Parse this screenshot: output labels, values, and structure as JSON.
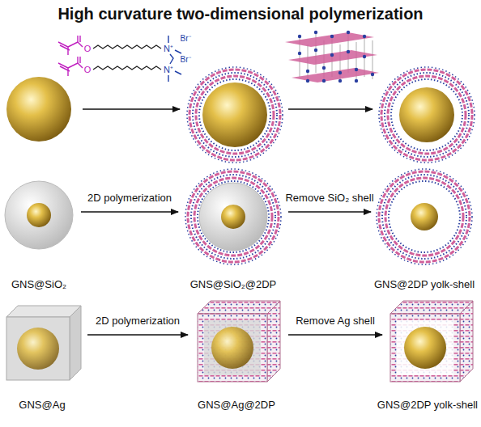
{
  "diagram": {
    "title": "High curvature two-dimensional polymerization",
    "labels": [
      "O",
      "O",
      "N⁺",
      "N⁺",
      "Br⁻",
      "Br⁻",
      "2D polymerization",
      "Remove SiO₂ shell",
      "GNS@SiO₂",
      "GNS@SiO₂@2DP",
      "GNS@2DP yolk-shell",
      "2D polymerization",
      "Remove Ag shell",
      "GNS@Ag",
      "GNS@Ag@2DP",
      "GNS@2DP yolk-shell"
    ]
  }
}
